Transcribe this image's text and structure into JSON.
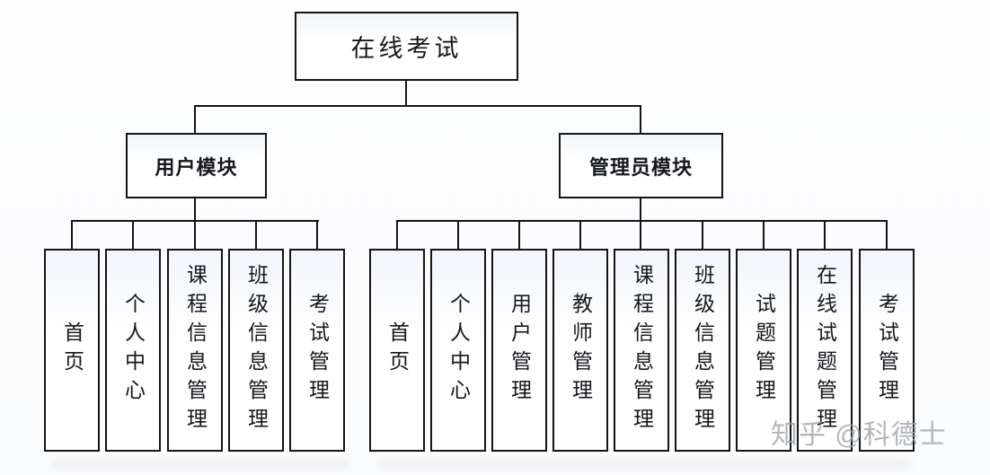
{
  "title": {
    "label": "在线考试"
  },
  "modules": {
    "user": {
      "label": "用户模块",
      "children": [
        "首页",
        "个人中心",
        "课程信息管理",
        "班级信息管理",
        "考试管理"
      ]
    },
    "admin": {
      "label": "管理员模块",
      "children": [
        "首页",
        "个人中心",
        "用户管理",
        "教师管理",
        "课程信息管理",
        "班级信息管理",
        "试题管理",
        "在线试题管理",
        "考试管理"
      ]
    }
  },
  "watermark": {
    "text": "知乎 @科德士"
  },
  "colors": {
    "line": "#141414",
    "box_border": "#141414",
    "box_fill": "#ffffff",
    "watermark": "#9ea3a9"
  }
}
